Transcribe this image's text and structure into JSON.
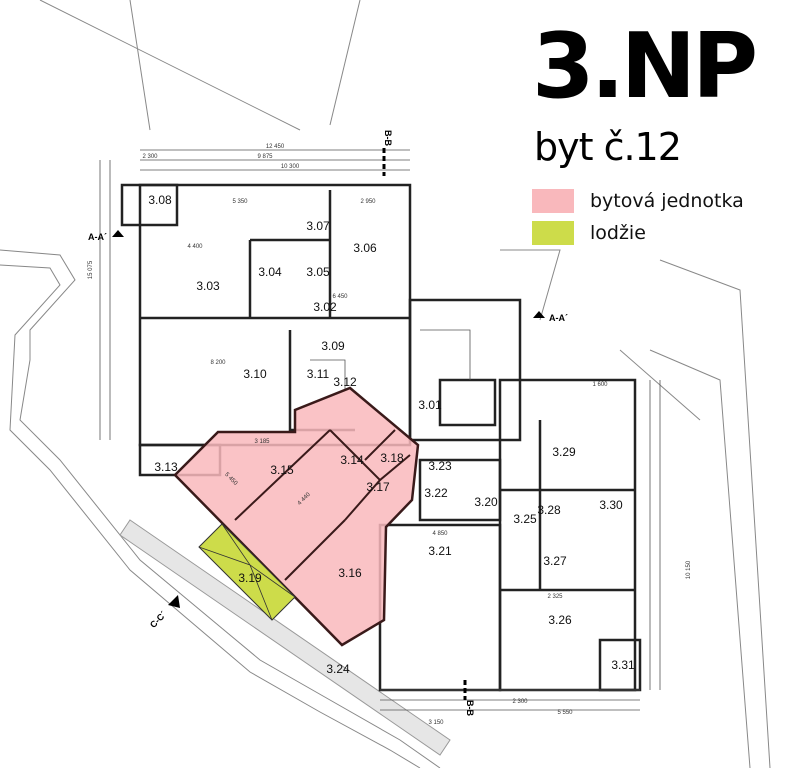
{
  "header": {
    "title": "3.NP",
    "subtitle": "byt č.12"
  },
  "legend": [
    {
      "label": "bytová jednotka",
      "color": "#f9b8bc"
    },
    {
      "label": "lodžie",
      "color": "#cddc4a"
    }
  ],
  "rooms": [
    "3.01",
    "3.02",
    "3.03",
    "3.04",
    "3.05",
    "3.06",
    "3.07",
    "3.08",
    "3.09",
    "3.10",
    "3.11",
    "3.12",
    "3.13",
    "3.14",
    "3.15",
    "3.16",
    "3.17",
    "3.18",
    "3.19",
    "3.20",
    "3.21",
    "3.22",
    "3.23",
    "3.24",
    "3.25",
    "3.26",
    "3.27",
    "3.28",
    "3.29",
    "3.30",
    "3.31"
  ],
  "sections": {
    "a_left": "A-A´",
    "a_right": "A-A´",
    "b_top": "B-B",
    "b_bottom": "B-B",
    "c": "C-C´"
  },
  "dimensions": [
    "12 450",
    "9 875",
    "10 300",
    "2 300",
    "5 350",
    "2 950",
    "4 400",
    "6 450",
    "8 200",
    "3 185",
    "4 850",
    "3 150",
    "5 550",
    "2 300",
    "15 075",
    "10 150",
    "5 450",
    "4 440",
    "2 325",
    "1 600"
  ]
}
